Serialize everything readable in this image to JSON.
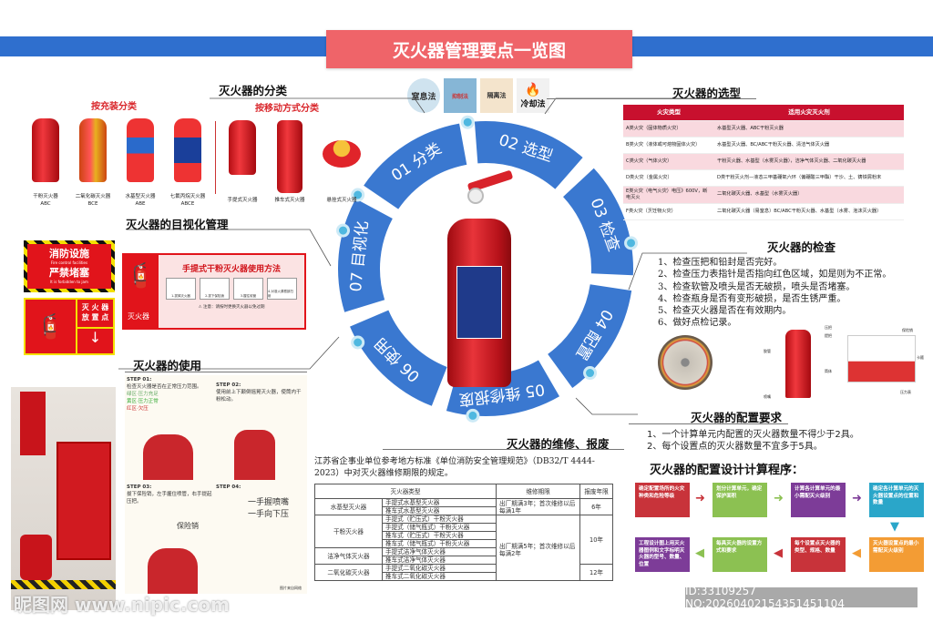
{
  "title": "灭火器管理要点一览图",
  "colors": {
    "banner_blue": "#2f6fce",
    "title_red": "#ef6469",
    "ring_blue": "#3a78d0",
    "table_red": "#c8102e",
    "dot": "#4fb8e0"
  },
  "ring": {
    "segments": [
      {
        "num": "01",
        "label": "分类"
      },
      {
        "num": "02",
        "label": "选型"
      },
      {
        "num": "03",
        "label": "检查"
      },
      {
        "num": "04",
        "label": "配置"
      },
      {
        "num": "05",
        "label": "维修报废"
      },
      {
        "num": "06",
        "label": "使用"
      },
      {
        "num": "07",
        "label": "目视化"
      }
    ]
  },
  "fire_methods": [
    {
      "icon": "smother-icon",
      "label": "窒息法"
    },
    {
      "icon": "suppression-icon",
      "label": "抑制法"
    },
    {
      "icon": "isolation-icon",
      "label": "隔离法"
    },
    {
      "icon": "cooling-icon",
      "label": "冷却法"
    }
  ],
  "classification": {
    "heading": "灭火器的分类",
    "by_fill": "按充装分类",
    "by_mobility": "按移动方式分类",
    "fill_items": [
      {
        "name": "干粉灭火器",
        "code": "ABC"
      },
      {
        "name": "二氧化碳灭火器",
        "code": "BCE"
      },
      {
        "name": "水基型灭火器",
        "code": "ABE"
      },
      {
        "name": "七氟丙烷灭火器",
        "code": "ABCE"
      }
    ],
    "mobility_items": [
      {
        "name": "手提式灭火器"
      },
      {
        "name": "推车式灭火器"
      },
      {
        "name": "悬挂式灭火器"
      }
    ]
  },
  "visual": {
    "heading": "灭火器的目视化管理",
    "sign1": {
      "line1": "消防设施",
      "line1_en": "Fire control facilities",
      "line2": "严禁堵塞",
      "line2_en": "It is forbidden to jam"
    },
    "sign2": {
      "text1": "灭 火 器",
      "text2": "放 置 点",
      "arrow": "↓"
    },
    "sign3": {
      "title": "手提式干粉灭火器使用方法",
      "label": "灭火器",
      "steps": [
        "1.拔掉灭火器",
        "2.拔下保险销",
        "3.握住软管",
        "4.对准火源根部扫射"
      ],
      "note": "⚠ 注意：请按时更换灭火器以免过期"
    }
  },
  "usage": {
    "heading": "灭火器的使用",
    "steps": [
      {
        "title": "STEP 01:",
        "text": "检查灭火器是否在正常压力范围。",
        "notes": [
          "绿区·压力充足",
          "黄区·压力正常",
          "红区·欠压"
        ]
      },
      {
        "title": "STEP 02:",
        "text": "使用前上下颠倒摇晃灭火器，使筒内干粉松动。"
      },
      {
        "title": "STEP 03:",
        "text": "拔下保险销，左手握住喷管，右手提起压把。",
        "tag": "保险销"
      },
      {
        "title": "STEP 04:",
        "text": "一手握喷嘴 一手向下压"
      }
    ],
    "credit": "图片来自网络"
  },
  "selection": {
    "heading": "灭火器的选型",
    "columns": [
      "火灾类型",
      "适用火灾灭火剂"
    ],
    "rows": [
      [
        "A类火灾（固体物质火灾）",
        "水基型灭火器、ABC干粉灭火器"
      ],
      [
        "B类火灾（液体或可熔物固体火灾）",
        "水基型灭火器、BC/ABC干粉灭火器、清洁气体灭火器"
      ],
      [
        "C类火灾（气体火灾）",
        "干粉灭火器、水基型（水雾灭火器），洁净气体灭火器、二氧化碳灭火器"
      ],
      [
        "D类火灾（金属火灾）",
        "D类干粉灭火剂—液态三甲基硼氧六环（偏硼酸三甲酯）干沙、土、铸铁屑粉末"
      ],
      [
        "E类火灾（电气火灾）电压》600V，断电灭火",
        "二氧化碳灭火器、水基型（水雾灭火器）"
      ],
      [
        "F类火灾（烹饪物火灾）",
        "二氧化碳灭火器（易窒息）BC/ABC干粉灭火器、水基型（水雾、泡沫灭火器）"
      ]
    ]
  },
  "inspection": {
    "heading": "灭火器的检查",
    "items": [
      "1、检查压把和铅封是否完好。",
      "2、检查压力表指针是否指向红色区域，如是则为不正常。",
      "3、检查软管及喷头是否无破损，喷头是否堵塞。",
      "4、检查瓶身是否有变形破损，是否生锈严重。",
      "5、检查灭火器是否在有效期内。",
      "6、做好点检记录。"
    ],
    "diagram_labels": [
      "压把",
      "提把",
      "胶管",
      "筒体",
      "喷嘴",
      "保险销",
      "卡箍",
      "压力表"
    ]
  },
  "config": {
    "heading": "灭火器的配置要求",
    "items": [
      "1、一个计算单元内配置的灭火器数量不得少于2具。",
      "2、每个设置点的灭火器数量不宜多于5具。"
    ]
  },
  "maintenance": {
    "heading": "灭火器的维修、报废",
    "intro": "江苏省企事业单位参考地方标准《单位消防安全管理规范》（DB32/T 4444-2023）中对灭火器维修期限的规定。",
    "columns": [
      "灭火器类型",
      "维修期限",
      "报废年限"
    ],
    "groups": [
      {
        "type": "水基型灭火器",
        "subs": [
          "手提式水基型灭火器",
          "推车式水基型灭火器"
        ]
      },
      {
        "type": "干粉灭火器",
        "subs": [
          "手提式（贮压式）干粉灭火器",
          "手提式（储气瓶式）干粉灭火器",
          "推车式（贮压式）干粉灭火器",
          "推车式（储气瓶式）干粉灭火器"
        ]
      },
      {
        "type": "洁净气体灭火器",
        "subs": [
          "手提式洁净气体灭火器",
          "推车式洁净气体灭火器"
        ]
      },
      {
        "type": "二氧化碳灭火器",
        "subs": [
          "手提式二氧化碳灭火器",
          "推车式二氧化碳灭火器"
        ]
      }
    ],
    "periods": [
      "出厂期满3年；首次维修以后每满1年",
      "出厂期满5年；首次维修以后每满2年"
    ],
    "scrap": [
      "6年",
      "10年",
      "12年"
    ]
  },
  "procedure": {
    "heading": "灭火器的配置设计计算程序：",
    "steps": [
      {
        "text": "确定配置场所的火灾种类和危险等级",
        "color": "#c8333a"
      },
      {
        "text": "划分计算单元，确定保护面积",
        "color": "#8cc152"
      },
      {
        "text": "计算各计算单元的最小需配灭火级别",
        "color": "#7d3c98"
      },
      {
        "text": "确定各计算单元的灭火器设置点的位置和数量",
        "color": "#2aa6c9"
      },
      {
        "text": "灭火器设置点的最小需配灭火级别",
        "color": "#f39c34"
      },
      {
        "text": "每个设置点灭火器的类型、规格、数量",
        "color": "#c8333a"
      },
      {
        "text": "每具灭火器的设置方式和要求",
        "color": "#8cc152"
      },
      {
        "text": "工程设计图上用灭火器图例和文字标明灭火器的型号、数量、位置",
        "color": "#7d3c98"
      }
    ]
  },
  "watermark": {
    "logo": "昵图网 www.nipic.com",
    "id": "ID:33109257 NO:20260402154351451104"
  }
}
